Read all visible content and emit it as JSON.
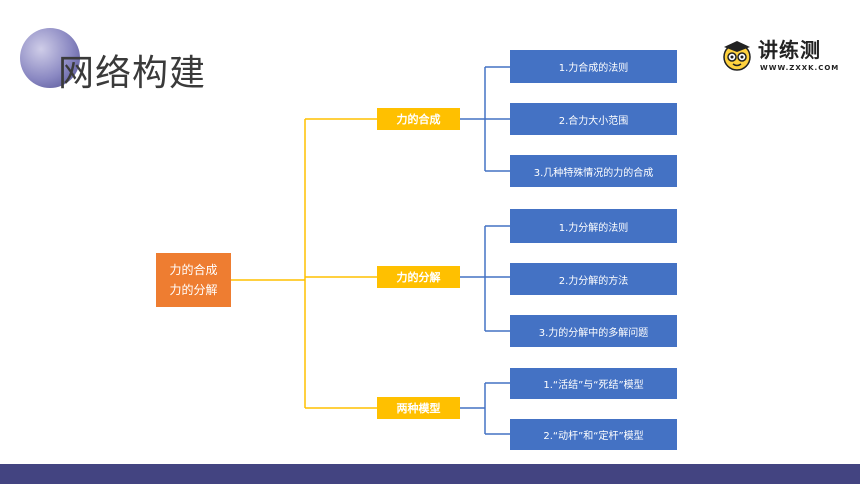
{
  "slide": {
    "title": "网络构建"
  },
  "logo": {
    "name": "讲练测",
    "url": "WWW.ZXXK.COM"
  },
  "colors": {
    "root_fill": "#ee7d31",
    "branch_fill": "#ffc000",
    "leaf_fill": "#4472c4",
    "connector_branch": "#ffc000",
    "connector_leaf": "#4472c4",
    "bottom_bar": "#434481"
  },
  "mindmap": {
    "root": {
      "line1": "力的合成",
      "line2": "力的分解"
    },
    "branches": [
      {
        "label": "力的合成",
        "leaves": [
          "1.力合成的法则",
          "2.合力大小范围",
          "3.几种特殊情况的力的合成"
        ]
      },
      {
        "label": "力的分解",
        "leaves": [
          "1.力分解的法则",
          "2.力分解的方法",
          "3.力的分解中的多解问题"
        ]
      },
      {
        "label": "两种模型",
        "leaves": [
          "1.“活结”与“死结”模型",
          "2.“动杆”和“定杆”模型"
        ]
      }
    ]
  }
}
